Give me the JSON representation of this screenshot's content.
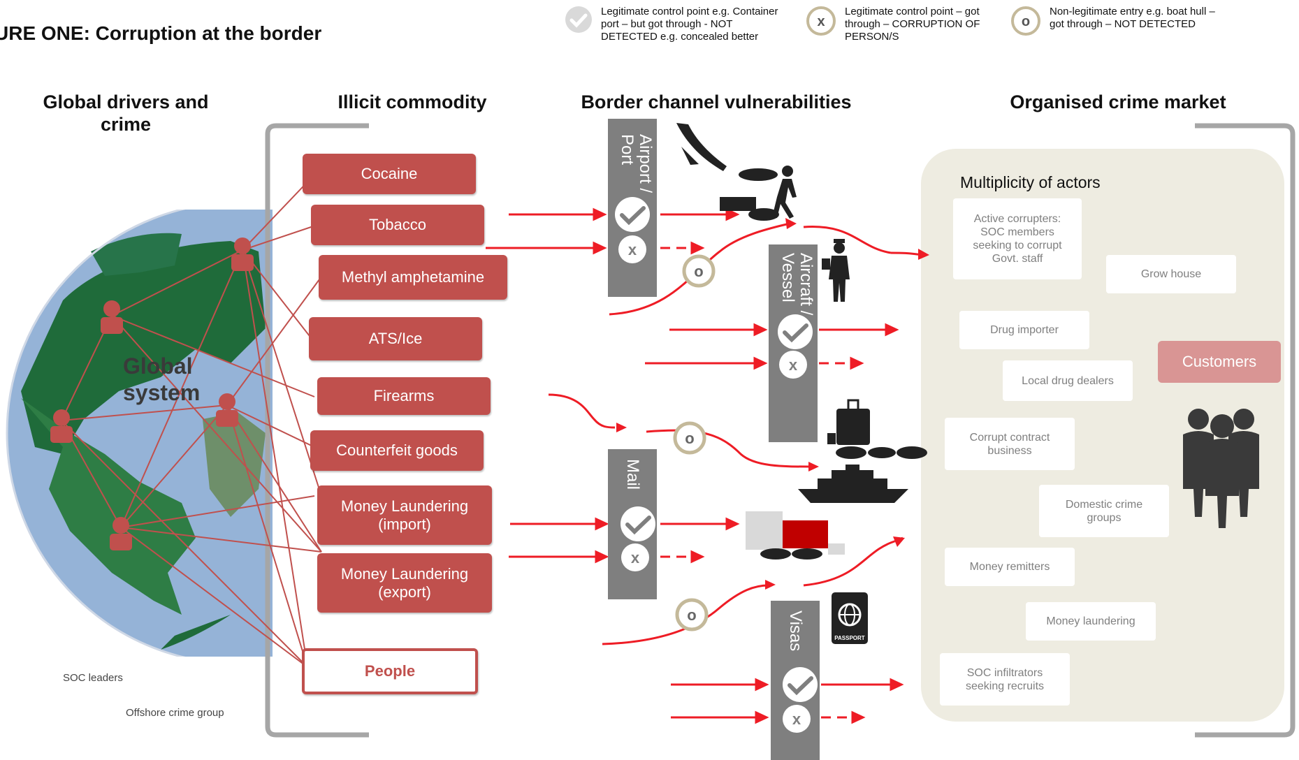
{
  "title": "URE ONE: Corruption at the border",
  "legend": [
    {
      "icon": "check-icon",
      "text": "Legitimate control point e.g. Container\nport – but got through  - NOT\nDETECTED e.g. concealed better"
    },
    {
      "icon": "x-icon",
      "text": "Legitimate control point – got\nthrough – CORRUPTION OF\nPERSON/S"
    },
    {
      "icon": "o-icon",
      "text": "Non-legitimate entry e.g. boat hull –\ngot through – NOT DETECTED"
    }
  ],
  "headings": {
    "drivers": "Global drivers and\ncrime",
    "commodity": "Illicit commodity",
    "border": "Border channel vulnerabilities",
    "market": "Organised crime market"
  },
  "globe": {
    "label": "Global\nsystem",
    "soc_leaders": "SOC leaders",
    "offshore": "Offshore crime group"
  },
  "commodities": [
    "Cocaine",
    "Tobacco",
    "Methyl amphetamine",
    "ATS/Ice",
    "Firearms",
    "Counterfeit goods",
    "Money Laundering\n(import)",
    "Money Laundering\n(export)",
    "People"
  ],
  "channels": {
    "airport": "Airport /\nPort",
    "aircraft": "Aircraft /\nVessel",
    "mail": "Mail",
    "visas": "Visas"
  },
  "icons": {
    "check": "✓",
    "x": "x",
    "o": "o",
    "passport": "PASSPORT"
  },
  "market": {
    "multiplicity": "Multiplicity of actors",
    "actors": [
      "Active corrupters:\nSOC members\nseeking to corrupt\nGovt. staff",
      "Grow house",
      "Drug importer",
      "Local drug dealers",
      "Corrupt contract\nbusiness",
      "Domestic crime\ngroups",
      "Money remitters",
      "Money laundering",
      "SOC infiltrators\nseeking recruits"
    ],
    "customers": "Customers"
  },
  "colors": {
    "accent_red": "#c0504d",
    "arrow_red": "#ee1c25",
    "grey_channel": "#7f7f7f",
    "panel_beige": "#eeece1",
    "globe_ocean": "#95b3d7",
    "land_green": "#1f6b3a",
    "customer_pink": "#d99594"
  }
}
